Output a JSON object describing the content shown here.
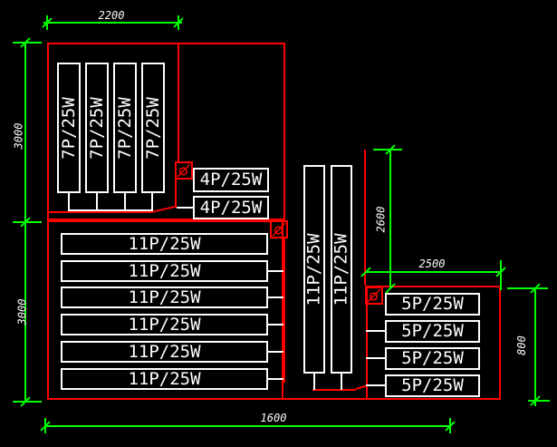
{
  "colors": {
    "background": "#000000",
    "outline_red": "#ff0000",
    "dimension_green": "#00ff00",
    "text_white": "#ffffff"
  },
  "symbols": {
    "diameter": "ø"
  },
  "dimensions": {
    "top_width": "2200",
    "left_upper_height": "3000",
    "left_lower_height": "3000",
    "middle_height": "2600",
    "right_width": "2500",
    "right_height": "800",
    "bottom_width": "1600"
  },
  "panels": {
    "vertical_7p": {
      "labels": [
        "7P/25W",
        "7P/25W",
        "7P/25W",
        "7P/25W"
      ]
    },
    "small_4p": {
      "labels": [
        "4P/25W",
        "4P/25W"
      ]
    },
    "wide_11p": {
      "labels": [
        "11P/25W",
        "11P/25W",
        "11P/25W",
        "11P/25W",
        "11P/25W",
        "11P/25W"
      ]
    },
    "vertical_11p": {
      "labels": [
        "11P/25W",
        "11P/25W"
      ]
    },
    "small_5p": {
      "labels": [
        "5P/25W",
        "5P/25W",
        "5P/25W",
        "5P/25W"
      ]
    }
  }
}
